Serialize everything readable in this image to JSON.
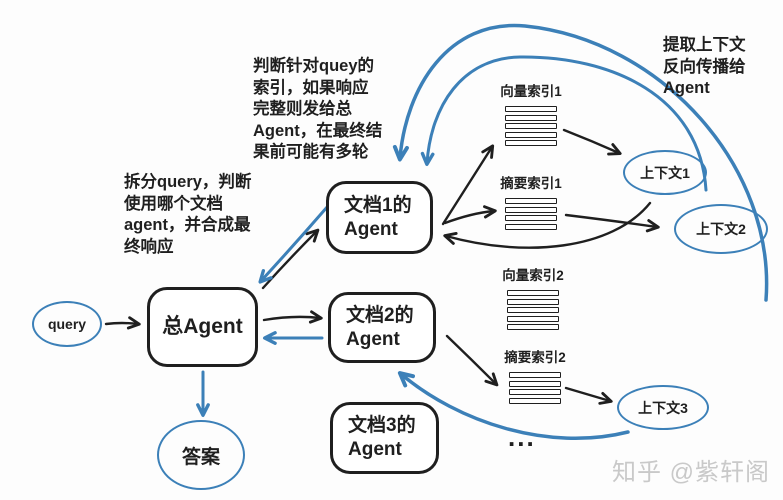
{
  "annotations": {
    "judge_index": "判断针对quey的\n索引，如果响应\n完整则发给总\nAgent，在最终结\n果前可能有多轮",
    "split_query": "拆分query，判断\n使用哪个文档\nagent，并合成最\n终响应",
    "extract_context": "提取上下文\n反向传播给\nAgent",
    "ellipsis": "..."
  },
  "nodes": {
    "query": {
      "label": "query"
    },
    "main_agent": {
      "label": "总Agent"
    },
    "answer": {
      "label": "答案"
    },
    "doc1_agent": {
      "label": "文档1的\nAgent"
    },
    "doc2_agent": {
      "label": "文档2的\nAgent"
    },
    "doc3_agent": {
      "label": "文档3的\nAgent"
    },
    "vector_index_1": {
      "label": "向量索引1",
      "cards": 5
    },
    "summary_index_1": {
      "label": "摘要索引1",
      "cards": 4
    },
    "vector_index_2": {
      "label": "向量索引2",
      "cards": 5
    },
    "summary_index_2": {
      "label": "摘要索引2",
      "cards": 4
    },
    "context_1": {
      "label": "上下文1"
    },
    "context_2": {
      "label": "上下文2"
    },
    "context_3": {
      "label": "上下文3"
    }
  },
  "watermark": "知乎 @紫轩阁",
  "colors": {
    "ink": "#1f1f1f",
    "blue": "#3c80b8",
    "watermark": "#c9c9c9"
  }
}
